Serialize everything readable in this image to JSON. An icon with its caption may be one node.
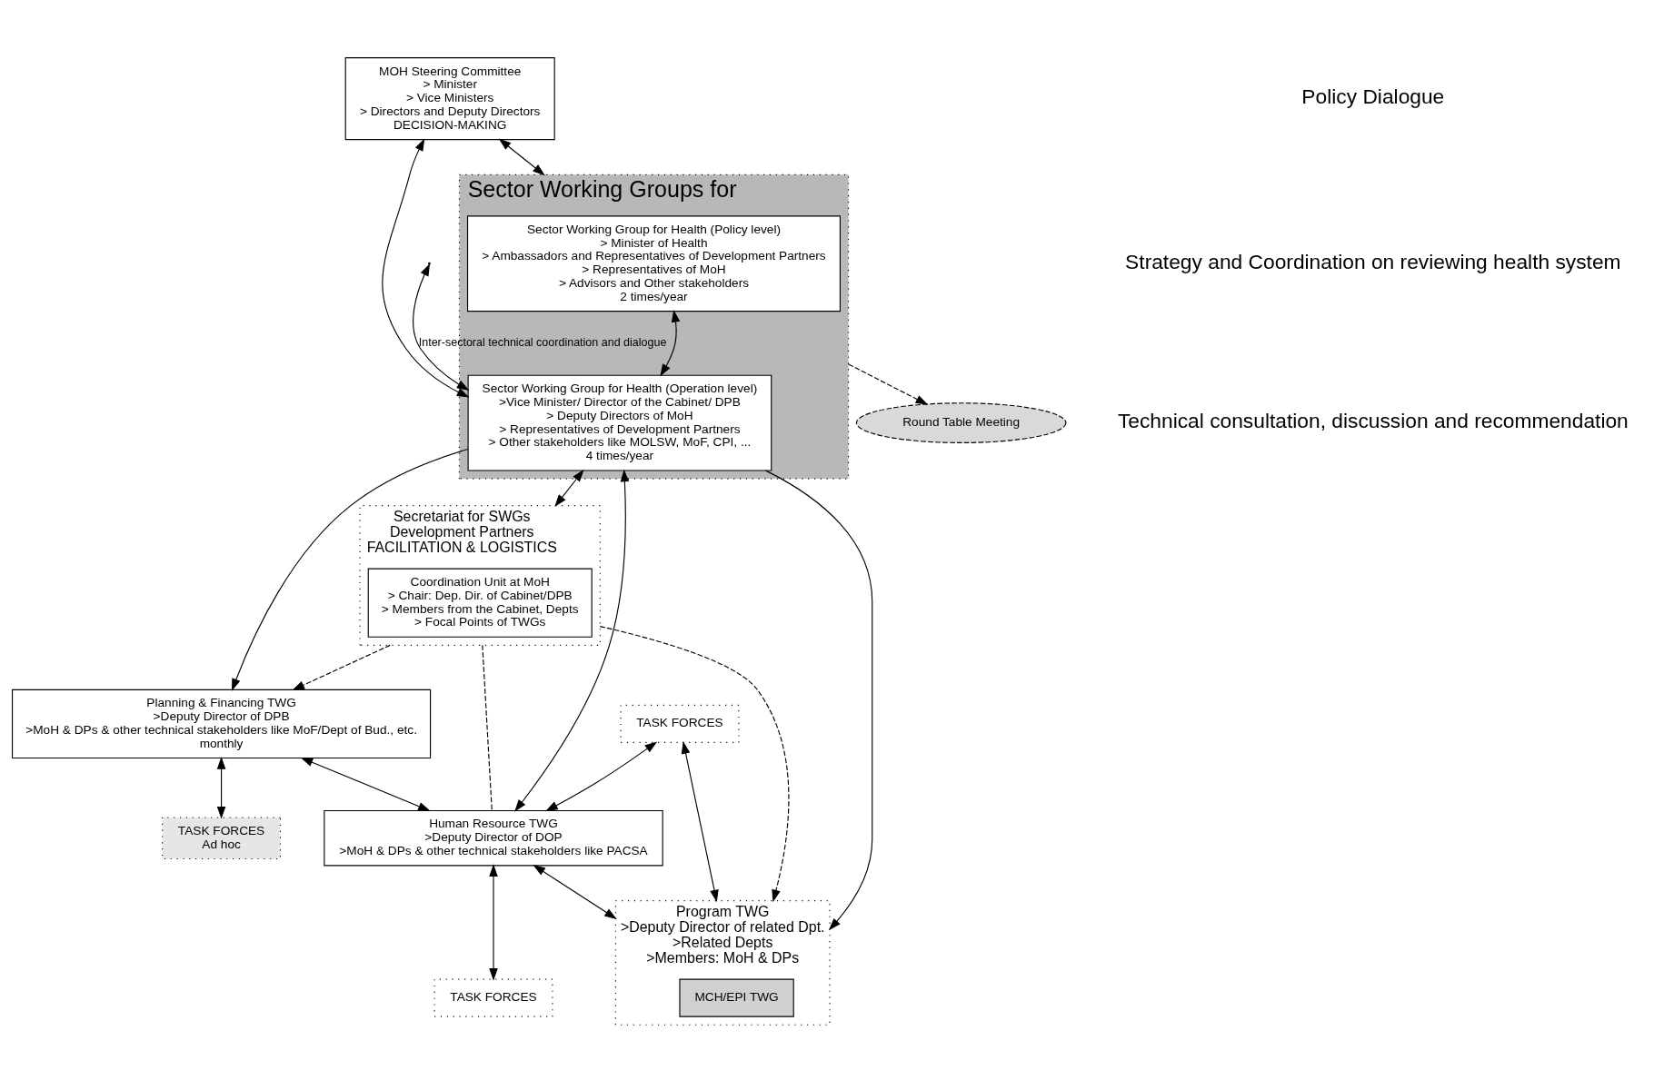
{
  "diagram": {
    "nodes": [
      {
        "text": [
          "MOH Steering Committee",
          "> Minister",
          "> Vice Ministers",
          "> Directors and Deputy Directors",
          "DECISION-MAKING"
        ]
      },
      {
        "text": [
          "Round Table Meeting"
        ]
      },
      {
        "text": [
          "Sector Working Groups for"
        ]
      },
      {
        "text": [
          "Sector Working Group for Health (Policy level)",
          "> Minister of Health",
          "> Ambassadors and Representatives of Development Partners",
          "> Representatives of MoH",
          "> Advisors and Other stakeholders",
          "2 times/year"
        ],
        "in": 2
      },
      {
        "text": [
          "Sector Working Group for Health (Operation level)",
          ">Vice Minister/ Director of the Cabinet/ DPB",
          "> Deputy Directors of MoH",
          "> Representatives of Development Partners",
          "> Other stakeholders like MOLSW, MoF, CPI, ...",
          "4 times/year"
        ],
        "in": 2
      },
      {
        "text": [
          "Secretariat for SWGs",
          "Development Partners",
          "FACILITATION & LOGISTICS"
        ]
      },
      {
        "text": [
          "Coordination Unit at MoH",
          "> Chair: Dep. Dir. of Cabinet/DPB",
          "> Members from the Cabinet, Depts",
          "> Focal Points of TWGs"
        ],
        "in": 5
      },
      {
        "text": [
          "Planning & Financing TWG",
          ">Deputy Director of DPB",
          ">MoH & DPs & other technical stakeholders like MoF/Dept of Bud., etc.",
          "monthly"
        ]
      },
      {
        "text": [
          "Human Resource TWG",
          ">Deputy Director of DOP",
          ">MoH & DPs & other technical stakeholders like PACSA"
        ]
      },
      {
        "text": [
          "Program TWG",
          ">Deputy Director of related Dpt.",
          ">Related Depts",
          ">Members: MoH & DPs"
        ]
      },
      {
        "text": [
          "MCH/EPI TWG"
        ],
        "in": 9
      },
      {
        "text": [
          "TASK FORCES",
          "Ad hoc"
        ]
      },
      {
        "text": [
          "TASK FORCES"
        ]
      },
      {
        "text": [
          "TASK FORCES"
        ]
      }
    ],
    "edges": [
      {
        "from": 0,
        "to": 2,
        "arrow": "both"
      },
      {
        "from": 0,
        "to": 4,
        "arrow": "both"
      },
      {
        "from": 2,
        "to": 1,
        "arrow": "to",
        "style": "dashed"
      },
      {
        "from": 3,
        "to": 4,
        "arrow": "both"
      },
      {
        "from": null,
        "to": 4,
        "arrow": "both",
        "label": "Inter-sectoral technical coordination and dialogue"
      },
      {
        "from": 4,
        "to": 5,
        "arrow": "both"
      },
      {
        "from": 4,
        "to": 7,
        "arrow": "to"
      },
      {
        "from": 4,
        "to": 8,
        "arrow": "both"
      },
      {
        "from": 4,
        "to": 9,
        "arrow": "to"
      },
      {
        "from": 7,
        "to": 8,
        "arrow": "both"
      },
      {
        "from": 8,
        "to": 9,
        "arrow": "both"
      },
      {
        "from": 5,
        "to": 7,
        "arrow": "to",
        "style": "dashed"
      },
      {
        "from": 5,
        "to": 8,
        "arrow": "none",
        "style": "dashed"
      },
      {
        "from": 5,
        "to": 9,
        "arrow": "to",
        "style": "dashed"
      },
      {
        "from": 7,
        "to": 11,
        "arrow": "both"
      },
      {
        "from": 8,
        "to": 12,
        "arrow": "both"
      },
      {
        "from": 13,
        "to": 8,
        "arrow": "both"
      },
      {
        "from": 13,
        "to": 9,
        "arrow": "both"
      }
    ],
    "labels": [
      "Policy Dialogue",
      "Strategy and Coordination on reviewing health system",
      "Technical consultation, discussion and recommendation"
    ]
  }
}
